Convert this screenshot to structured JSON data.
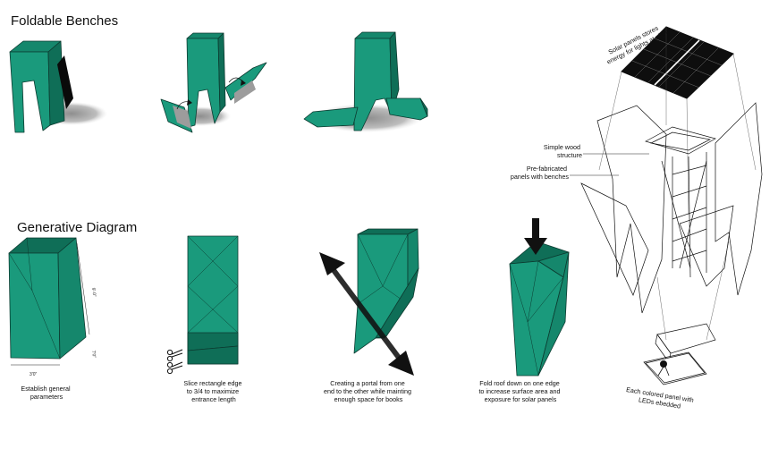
{
  "headings": {
    "foldable": "Foldable Benches",
    "generative": "Generative Diagram"
  },
  "dimensions": {
    "height_a": "9'-0\"",
    "height_b": "7'0\"",
    "width": "3'0\""
  },
  "captions": {
    "step1": [
      "Establish general",
      "parameters"
    ],
    "step2": [
      "Slice rectangle edge",
      "to 3/4 to maximize",
      "entrance length"
    ],
    "step3": [
      "Creating a portal from one",
      "end to the other while mainting",
      "enough space for books"
    ],
    "step4": [
      "Fold roof down on one edge",
      "to increase surface area and",
      "exposure for solar panels"
    ]
  },
  "labels": {
    "solar": [
      "Solar panels stores",
      "energy for lights at night"
    ],
    "wood": [
      "Simple wood",
      "structure"
    ],
    "panels": [
      "Pre-fabricated",
      "panels with benches"
    ],
    "led": [
      "Each colored panel with",
      "LEDs ebedded"
    ]
  },
  "icons": [
    "scissors-icon",
    "arrow-down-icon",
    "double-arrow-icon"
  ],
  "colors": {
    "panel_green": "#1a9a7c",
    "panel_dark": "#0f6e57",
    "shadow": "#b5b5b5",
    "arrow": "#111111"
  }
}
